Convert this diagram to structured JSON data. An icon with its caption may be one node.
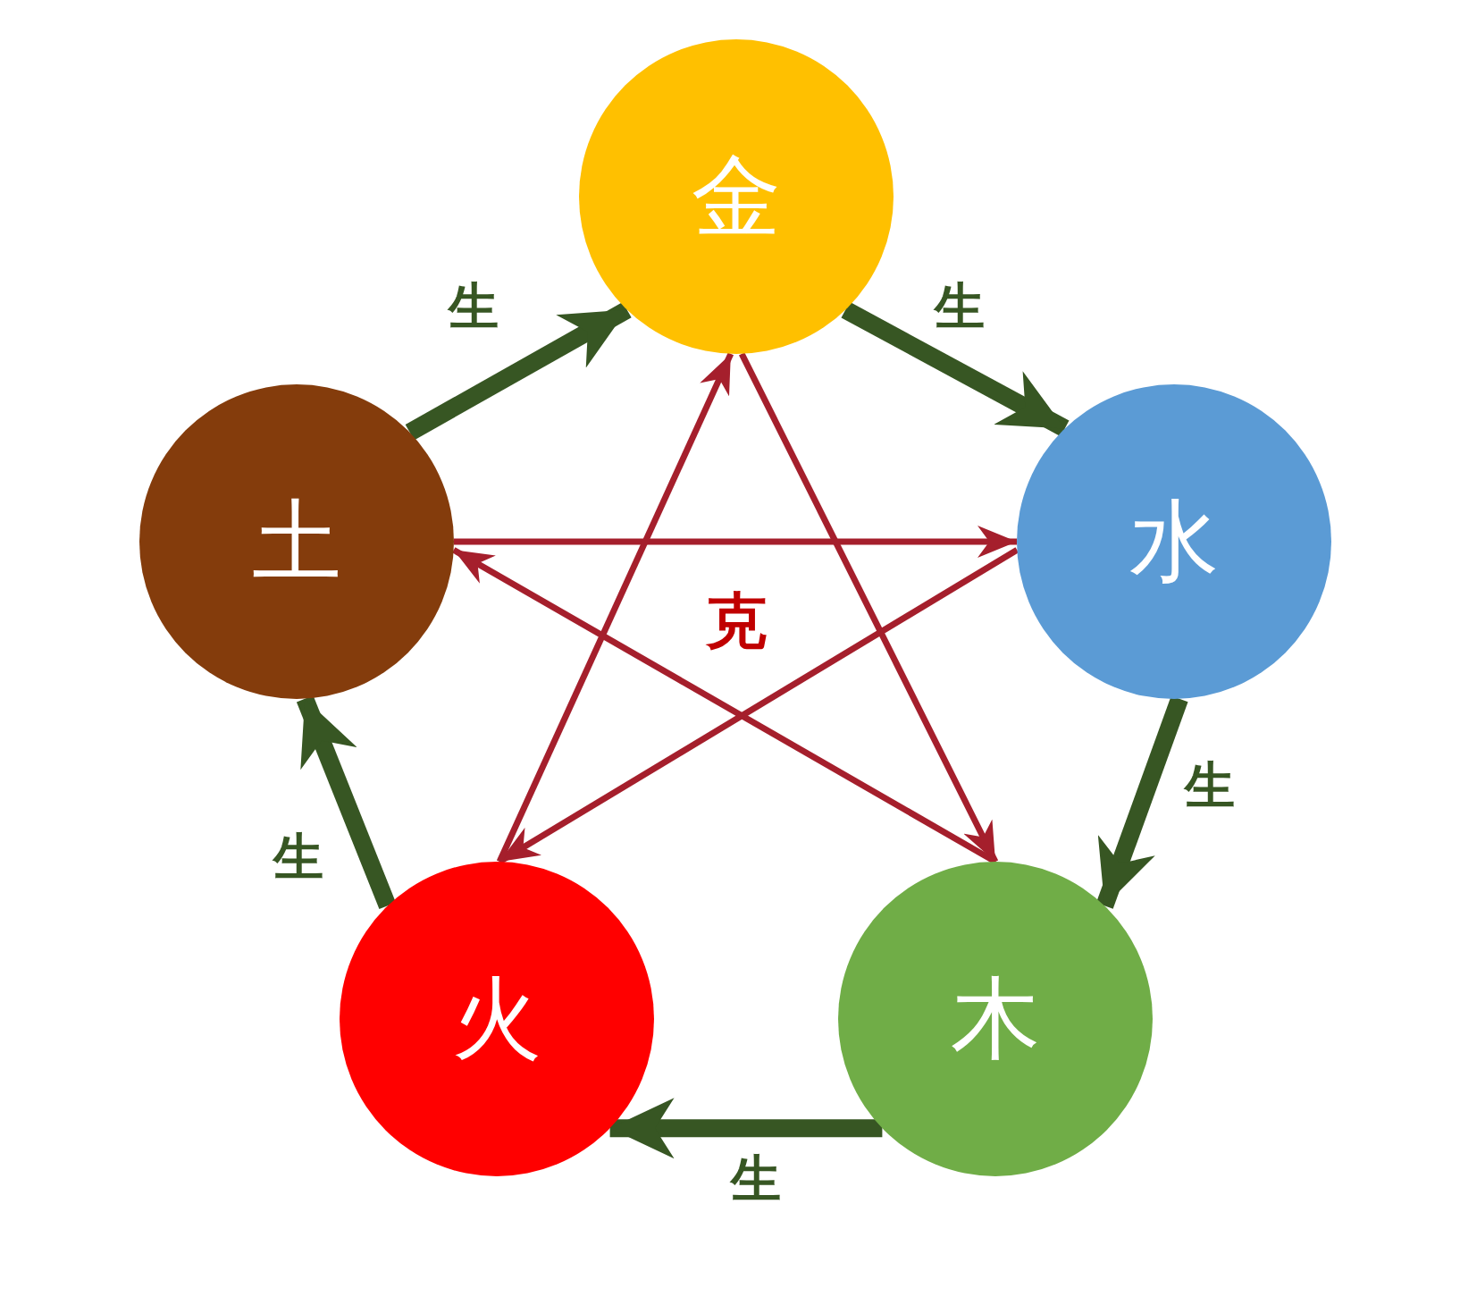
{
  "diagram": {
    "nodes": [
      {
        "text": [
          "金"
        ]
      },
      {
        "text": [
          "水"
        ]
      },
      {
        "text": [
          "木"
        ]
      },
      {
        "text": [
          "火"
        ]
      },
      {
        "text": [
          "土"
        ]
      }
    ],
    "edges": [
      {
        "from": 4,
        "to": 0,
        "arrow": "to",
        "label": "生",
        "style": "thick",
        "color": "#375623"
      },
      {
        "from": 0,
        "to": 1,
        "arrow": "to",
        "label": "生",
        "style": "thick",
        "color": "#375623"
      },
      {
        "from": 1,
        "to": 2,
        "arrow": "to",
        "label": "生",
        "style": "thick",
        "color": "#375623"
      },
      {
        "from": 2,
        "to": 3,
        "arrow": "to",
        "label": "生",
        "style": "thick",
        "color": "#375623"
      },
      {
        "from": 3,
        "to": 4,
        "arrow": "to",
        "label": "生",
        "style": "thick",
        "color": "#375623"
      },
      {
        "from": 0,
        "to": 2,
        "arrow": "to",
        "color": "#a51f2c"
      },
      {
        "from": 2,
        "to": 4,
        "arrow": "to",
        "color": "#a51f2c"
      },
      {
        "from": 4,
        "to": 1,
        "arrow": "to",
        "color": "#a51f2c"
      },
      {
        "from": 1,
        "to": 3,
        "arrow": "to",
        "color": "#a51f2c"
      },
      {
        "from": 3,
        "to": 0,
        "arrow": "to",
        "color": "#a51f2c"
      }
    ],
    "labels": [
      "克"
    ]
  }
}
